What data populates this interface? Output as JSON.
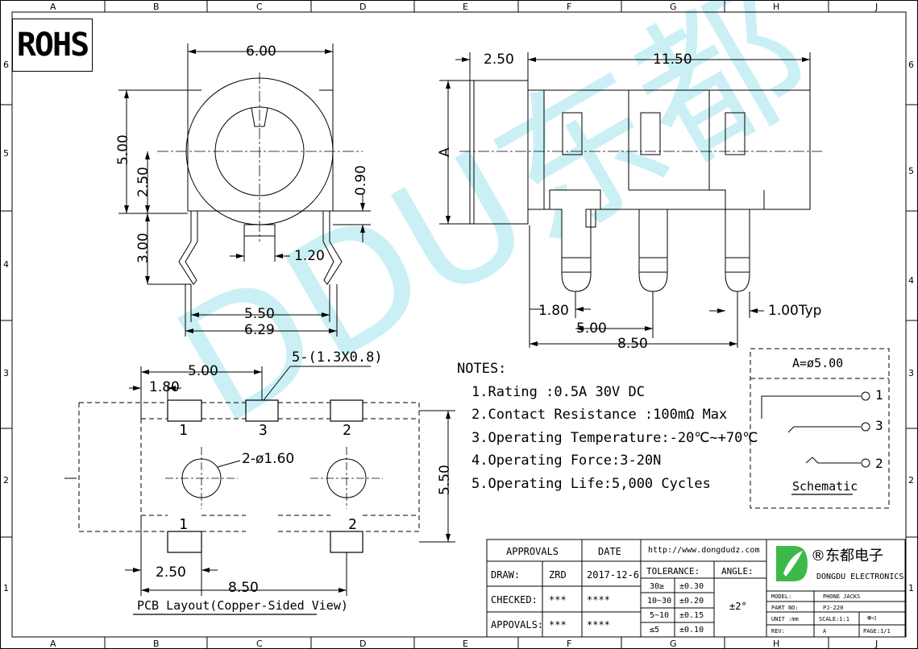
{
  "rohs": "ROHS",
  "grid": {
    "cols": [
      "A",
      "B",
      "C",
      "D",
      "E",
      "F",
      "G",
      "H",
      "J"
    ],
    "rows": [
      "6",
      "5",
      "4",
      "3",
      "2",
      "1"
    ]
  },
  "watermark": "DDU东都",
  "front_view": {
    "dim_top": "6.00",
    "dim_left_total": "5.00",
    "dim_left_half": "2.50",
    "dim_right": "0.90",
    "dim_pin_len": "3.00",
    "dim_pin_w": "1.20",
    "dim_inner": "5.50",
    "dim_outer": "6.29"
  },
  "side_view": {
    "dim_left": "2.50",
    "dim_body": "11.50",
    "dim_height": "A",
    "dim_pin1": "1.80",
    "dim_pin_pitch": "5.00",
    "dim_total": "8.50",
    "dim_pin_w": "1.00Typ"
  },
  "pcb": {
    "dim_top": "5.00",
    "dim_left": "1.80",
    "pad_spec": "5-(1.3X0.8)",
    "hole_spec": "2-ø1.60",
    "dim_height": "5.50",
    "dim_bottom_left": "2.50",
    "dim_bottom_total": "8.50",
    "pad_labels_top": [
      "1",
      "3",
      "2"
    ],
    "pad_labels_bottom": [
      "1",
      "2"
    ],
    "caption": "PCB Layout(Copper-Sided View)"
  },
  "notes": {
    "title": "NOTES:",
    "items": [
      "1.Rating :0.5A 30V DC",
      "2.Contact Resistance :100mΩ Max",
      "3.Operating Temperature:-20℃~+70℃",
      "4.Operating Force:3-20N",
      "5.Operating Life:5,000 Cycles"
    ]
  },
  "schematic": {
    "header": "A=ø5.00",
    "pins": [
      "1",
      "3",
      "2"
    ],
    "caption": "Schematic"
  },
  "title_block": {
    "approvals": "APPROVALS",
    "date": "DATE",
    "website": "http://www.dongdudz.com",
    "draw_label": "DRAW:",
    "draw_name": "ZRD",
    "draw_date": "2017-12-6",
    "checked_label": "CHECKED:",
    "checked_name": "***",
    "checked_date": "****",
    "appovals_label": "APPOVALS:",
    "appovals_name": "***",
    "appovals_date": "****",
    "tolerance": "TOLERANCE:",
    "angle": "ANGLE:",
    "tol_rows": [
      {
        "range": "30≥",
        "value": "±0.30"
      },
      {
        "range": "10~30",
        "value": "±0.20"
      },
      {
        "range": "5~10",
        "value": "±0.15"
      },
      {
        "range": "≤5",
        "value": "±0.10"
      }
    ],
    "angle_value": "±2°",
    "company_cn": "®东都电子",
    "company_en": "DONGDU ELECTRONICS",
    "model_label": "MODEL:",
    "model_value": "PHONE JACKS",
    "part_label": "PART NO:",
    "part_value": "PJ-220",
    "unit_label": "UNIT :mm",
    "scale_label": "SCALE:1:1",
    "rev_label": "REV:",
    "rev_value": "A",
    "page_label": "PAGE:1/1"
  },
  "colors": {
    "line": "#000000",
    "watermark": "#b9ecf2",
    "logo_green": "#3db94a"
  }
}
